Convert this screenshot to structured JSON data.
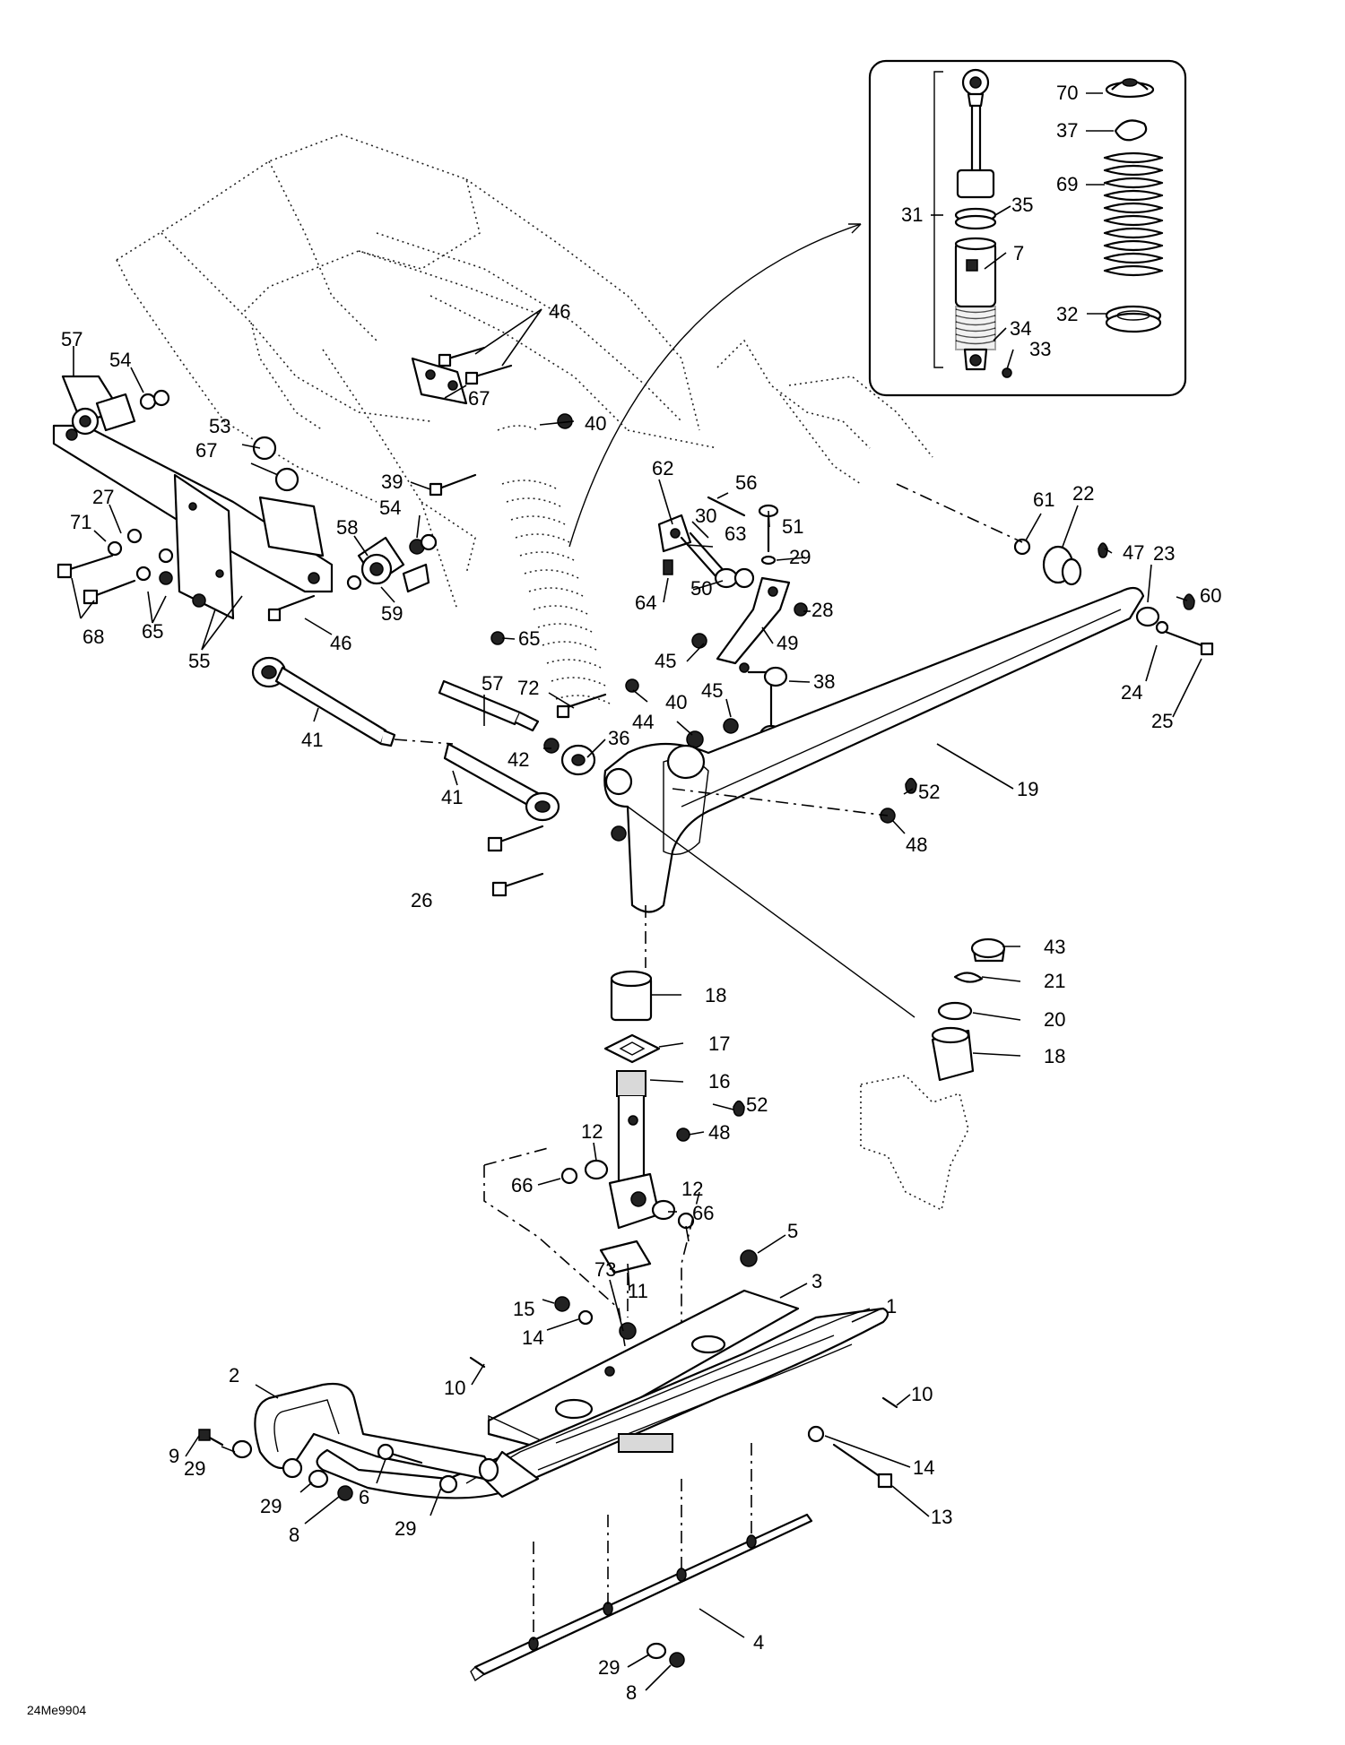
{
  "reference_code": "24Me9904",
  "part_labels": [
    {
      "id": "l70",
      "text": "70"
    },
    {
      "id": "l37",
      "text": "37"
    },
    {
      "id": "l69",
      "text": "69"
    },
    {
      "id": "l31",
      "text": "31"
    },
    {
      "id": "l35",
      "text": "35"
    },
    {
      "id": "l7",
      "text": "7"
    },
    {
      "id": "l32",
      "text": "32"
    },
    {
      "id": "l34",
      "text": "34"
    },
    {
      "id": "l33",
      "text": "33"
    },
    {
      "id": "l46a",
      "text": "46"
    },
    {
      "id": "l57a",
      "text": "57"
    },
    {
      "id": "l54a",
      "text": "54"
    },
    {
      "id": "l67a",
      "text": "67"
    },
    {
      "id": "l40a",
      "text": "40"
    },
    {
      "id": "l53",
      "text": "53"
    },
    {
      "id": "l67b",
      "text": "67"
    },
    {
      "id": "l39",
      "text": "39"
    },
    {
      "id": "l62",
      "text": "62"
    },
    {
      "id": "l56",
      "text": "56"
    },
    {
      "id": "l30",
      "text": "30"
    },
    {
      "id": "l51",
      "text": "51"
    },
    {
      "id": "l63",
      "text": "63"
    },
    {
      "id": "l61",
      "text": "61"
    },
    {
      "id": "l22",
      "text": "22"
    },
    {
      "id": "l27",
      "text": "27"
    },
    {
      "id": "l54b",
      "text": "54"
    },
    {
      "id": "l58",
      "text": "58"
    },
    {
      "id": "l29a",
      "text": "29"
    },
    {
      "id": "l47",
      "text": "47"
    },
    {
      "id": "l23",
      "text": "23"
    },
    {
      "id": "l60",
      "text": "60"
    },
    {
      "id": "l71",
      "text": "71"
    },
    {
      "id": "l64",
      "text": "64"
    },
    {
      "id": "l50",
      "text": "50"
    },
    {
      "id": "l28",
      "text": "28"
    },
    {
      "id": "l68",
      "text": "68"
    },
    {
      "id": "l65a",
      "text": "65"
    },
    {
      "id": "l59",
      "text": "59"
    },
    {
      "id": "l65b",
      "text": "65"
    },
    {
      "id": "l49",
      "text": "49"
    },
    {
      "id": "l55",
      "text": "55"
    },
    {
      "id": "l46b",
      "text": "46"
    },
    {
      "id": "l45a",
      "text": "45"
    },
    {
      "id": "l24",
      "text": "24"
    },
    {
      "id": "l38",
      "text": "38"
    },
    {
      "id": "l57b",
      "text": "57"
    },
    {
      "id": "l40b",
      "text": "40"
    },
    {
      "id": "l72",
      "text": "72"
    },
    {
      "id": "l45b",
      "text": "45"
    },
    {
      "id": "l25",
      "text": "25"
    },
    {
      "id": "l41a",
      "text": "41"
    },
    {
      "id": "l44",
      "text": "44"
    },
    {
      "id": "l36",
      "text": "36"
    },
    {
      "id": "l42",
      "text": "42"
    },
    {
      "id": "l41b",
      "text": "41"
    },
    {
      "id": "l19",
      "text": "19"
    },
    {
      "id": "l52a",
      "text": "52"
    },
    {
      "id": "l48a",
      "text": "48"
    },
    {
      "id": "l26",
      "text": "26"
    },
    {
      "id": "l43",
      "text": "43"
    },
    {
      "id": "l21",
      "text": "21"
    },
    {
      "id": "l18a",
      "text": "18"
    },
    {
      "id": "l20",
      "text": "20"
    },
    {
      "id": "l17",
      "text": "17"
    },
    {
      "id": "l18b",
      "text": "18"
    },
    {
      "id": "l16",
      "text": "16"
    },
    {
      "id": "l52b",
      "text": "52"
    },
    {
      "id": "l12a",
      "text": "12"
    },
    {
      "id": "l48b",
      "text": "48"
    },
    {
      "id": "l66a",
      "text": "66"
    },
    {
      "id": "l12b",
      "text": "12"
    },
    {
      "id": "l66b",
      "text": "66"
    },
    {
      "id": "l5",
      "text": "5"
    },
    {
      "id": "l11",
      "text": "11"
    },
    {
      "id": "l73",
      "text": "73"
    },
    {
      "id": "l3",
      "text": "3"
    },
    {
      "id": "l15",
      "text": "15"
    },
    {
      "id": "l14a",
      "text": "14"
    },
    {
      "id": "l1",
      "text": "1"
    },
    {
      "id": "l10a",
      "text": "10"
    },
    {
      "id": "l10b",
      "text": "10"
    },
    {
      "id": "l2",
      "text": "2"
    },
    {
      "id": "l14b",
      "text": "14"
    },
    {
      "id": "l9",
      "text": "9"
    },
    {
      "id": "l29b",
      "text": "29"
    },
    {
      "id": "l13",
      "text": "13"
    },
    {
      "id": "l29c",
      "text": "29"
    },
    {
      "id": "l6",
      "text": "6"
    },
    {
      "id": "l8a",
      "text": "8"
    },
    {
      "id": "l29d",
      "text": "29"
    },
    {
      "id": "l4",
      "text": "4"
    },
    {
      "id": "l29e",
      "text": "29"
    },
    {
      "id": "l8b",
      "text": "8"
    }
  ]
}
